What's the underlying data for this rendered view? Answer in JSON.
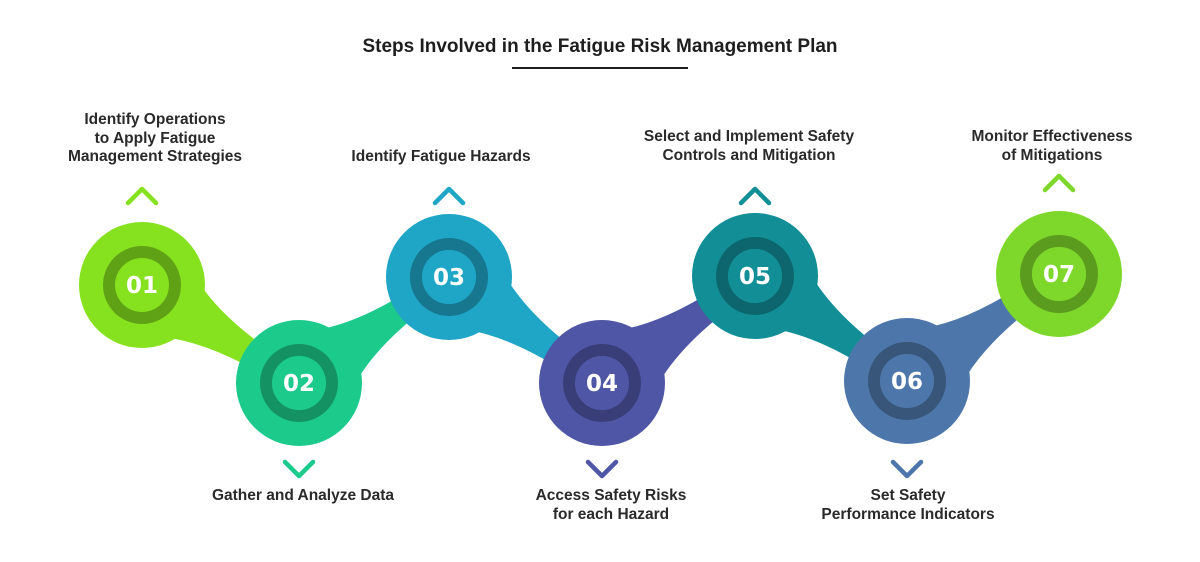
{
  "title": "Steps Involved in the Fatigue Risk Management Plan",
  "steps": [
    {
      "number": "01",
      "color": "#86E11F",
      "lines": [
        "Identify Operations",
        "to Apply Fatigue",
        "Management Strategies"
      ],
      "arrow": "up"
    },
    {
      "number": "02",
      "color": "#1CCB8B",
      "lines": [
        "Gather and Analyze Data"
      ],
      "arrow": "down"
    },
    {
      "number": "03",
      "color": "#1FA5C6",
      "lines": [
        "Identify Fatigue Hazards"
      ],
      "arrow": "up"
    },
    {
      "number": "04",
      "color": "#4F56A6",
      "lines": [
        "Access Safety Risks",
        "for each Hazard"
      ],
      "arrow": "down"
    },
    {
      "number": "05",
      "color": "#128E97",
      "lines": [
        "Select and Implement Safety",
        "Controls and Mitigation"
      ],
      "arrow": "up"
    },
    {
      "number": "06",
      "color": "#4D77AA",
      "lines": [
        "Set Safety",
        "Performance Indicators"
      ],
      "arrow": "down"
    },
    {
      "number": "07",
      "color": "#7ED82B",
      "lines": [
        "Monitor Effectiveness",
        "of Mitigations"
      ],
      "arrow": "up"
    }
  ]
}
